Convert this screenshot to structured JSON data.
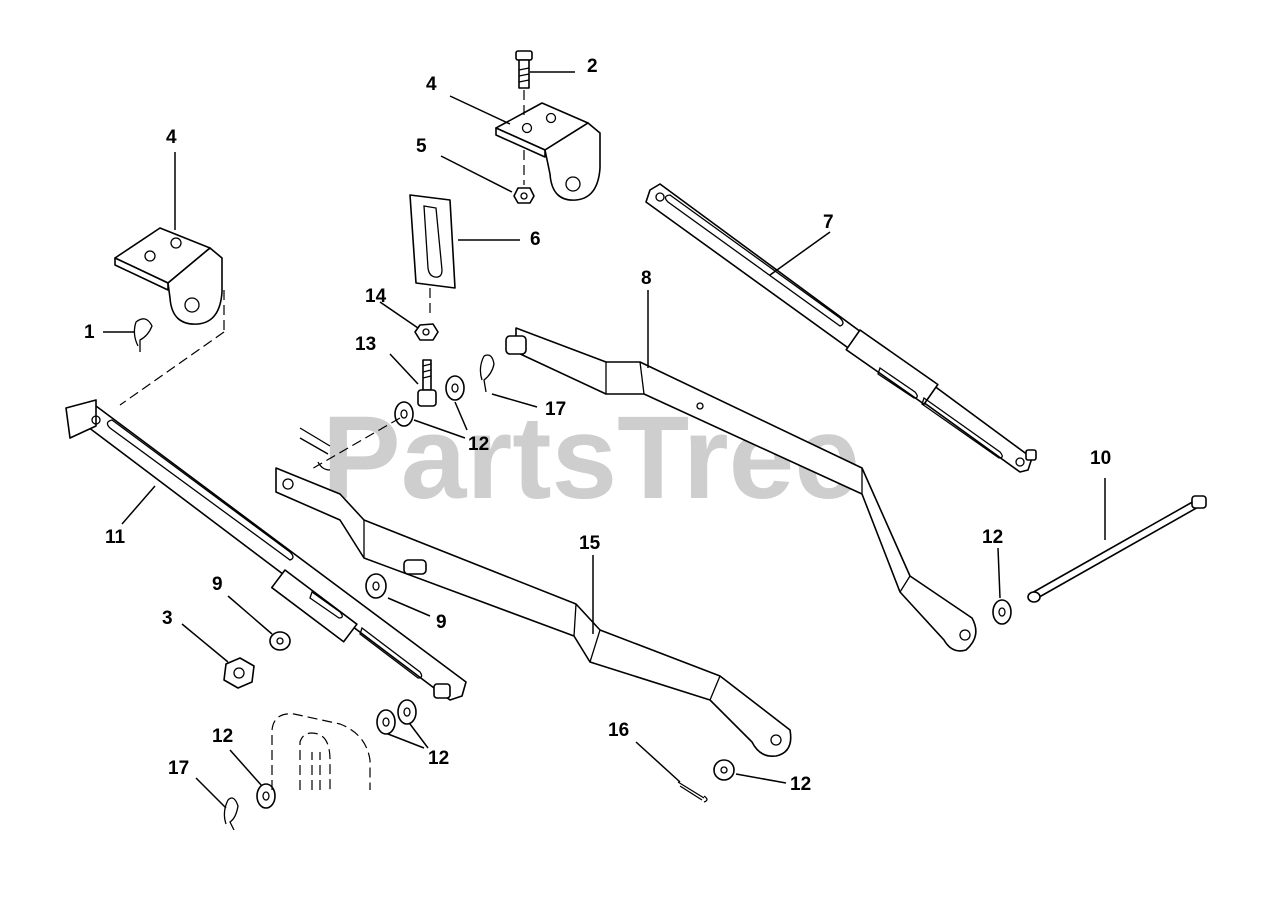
{
  "watermark": "PartsTree",
  "callouts": {
    "c1": "1",
    "c2": "2",
    "c3": "3",
    "c4a": "4",
    "c4b": "4",
    "c5": "5",
    "c6": "6",
    "c7": "7",
    "c8": "8",
    "c9a": "9",
    "c9b": "9",
    "c10": "10",
    "c11": "11",
    "c12a": "12",
    "c12b": "12",
    "c12c": "12",
    "c12d": "12",
    "c12e": "12",
    "c13": "13",
    "c14": "14",
    "c15": "15",
    "c16": "16",
    "c17a": "17",
    "c17b": "17"
  }
}
